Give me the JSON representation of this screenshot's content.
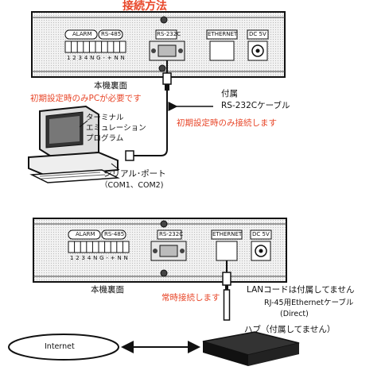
{
  "title": "接続方法",
  "panel_labels": {
    "alarm": "ALARM",
    "rs485": "RS-485",
    "rs232c": "RS-232C",
    "ethernet": "ETHERNET",
    "dc": "DC 5V",
    "terminals": "1 2 3 4 N G - + N N"
  },
  "top": {
    "rear_label": "本機裏面",
    "pc_note": "初期設定時のみPCが必要です",
    "terminal_program": [
      "ターミナル",
      "エミュレーション",
      "プログラム"
    ],
    "cable_supplied": "付属",
    "cable_name": "RS-232Cケーブル",
    "cable_note": "初期設定時のみ接続します",
    "serial_port": "シリアル･ポート",
    "com_ports": "（COM1、COM2)"
  },
  "bottom": {
    "rear_label": "本機裏面",
    "lan_not_included": "LANコードは付属してません",
    "cable_type": "RJ-45用Ethernetケーブル",
    "cable_direct": "(Direct)",
    "always_connected": "常時接続します",
    "hub": "ハブ（付属してません）",
    "internet": "Internet"
  },
  "colors": {
    "accent": "#e8472a",
    "ink": "#111111"
  }
}
